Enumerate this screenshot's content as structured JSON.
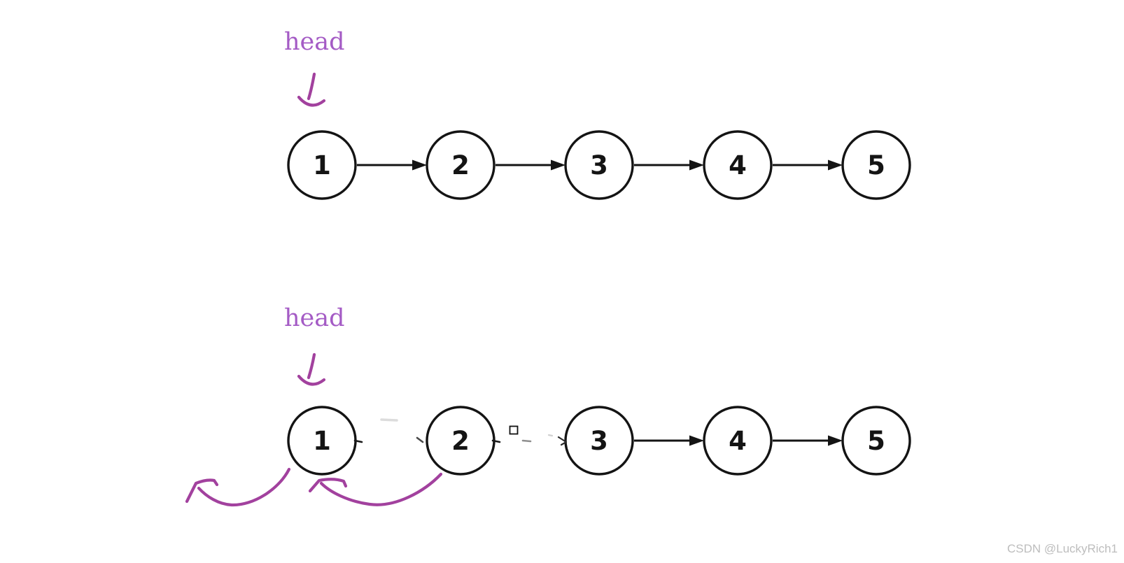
{
  "title": "linked-list-reversal-diagram",
  "colors": {
    "annotation_purple": "#a2419e",
    "head_text_purple": "#a45bc5",
    "node_stroke": "#141414",
    "node_fill": "#ffffff",
    "remnant_gray": "#8f8f8f",
    "watermark_gray": "#bdbdbd"
  },
  "list_top": {
    "head_label": "head",
    "nodes": [
      "1",
      "2",
      "3",
      "4",
      "5"
    ],
    "links": [
      "1→2",
      "2→3",
      "3→4",
      "4→5"
    ]
  },
  "list_bottom": {
    "head_label": "head",
    "nodes": [
      "1",
      "2",
      "3",
      "4",
      "5"
    ],
    "links": [
      "3→4",
      "4→5"
    ],
    "reversed_links": [
      "2→1",
      "1→left"
    ],
    "erased_links": [
      "1→2",
      "2→3"
    ]
  },
  "watermark": "CSDN @LuckyRich1"
}
